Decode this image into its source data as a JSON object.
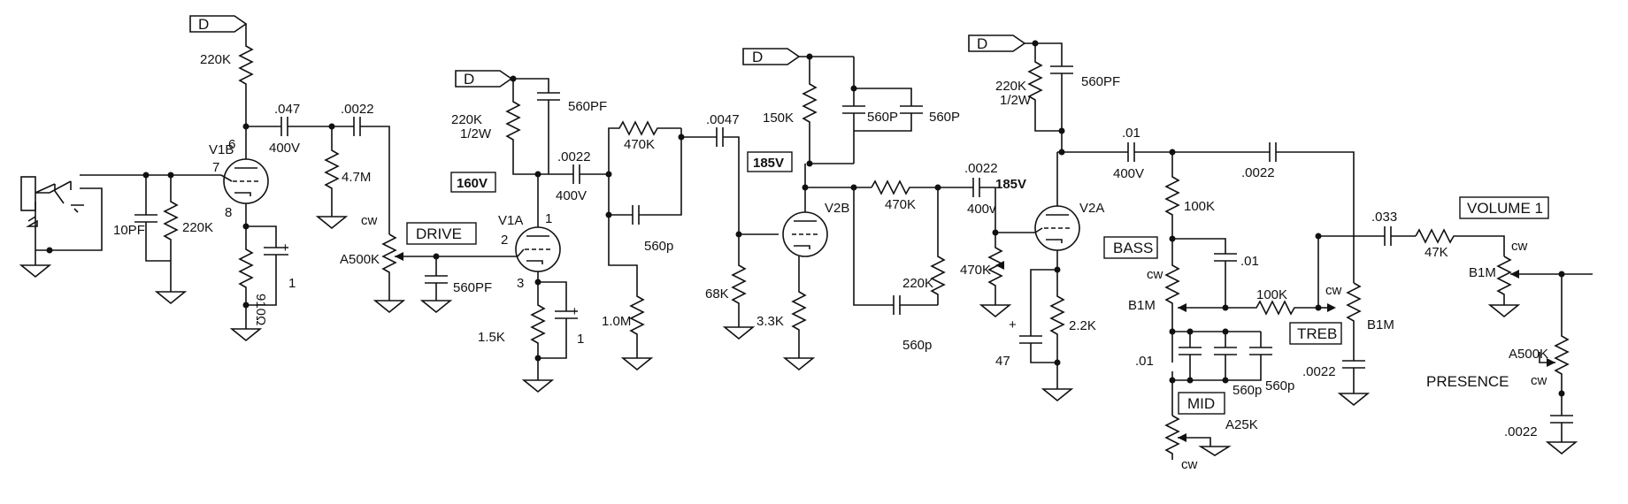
{
  "supply": {
    "flag_label": "D"
  },
  "stage1": {
    "tube": "V1B",
    "pins": {
      "plate": "6",
      "grid": "7",
      "cathode": "8"
    },
    "plate_resistor": "220K",
    "coupling_cap": ".047",
    "coupling_cap_voltage": "400V",
    "cap2": ".0022",
    "grid_leak": "4.7M",
    "input_cap": "10PF",
    "input_resistor": "220K",
    "cathode_resistor": "910Ω",
    "cathode_cap": "1",
    "cathode_cap_polarity": "+"
  },
  "drive": {
    "label": "DRIVE",
    "pot": "A500K",
    "cw": "cw",
    "shunt_cap": "560PF"
  },
  "stage2": {
    "tube": "V1A",
    "pins": {
      "plate": "1",
      "grid": "2",
      "cathode": "3"
    },
    "voltage": "160V",
    "plate_resistor": "220K",
    "plate_resistor_rating": "1/2W",
    "plate_cap": "560PF",
    "coupling_cap": ".0022",
    "coupling_cap_voltage": "400V",
    "series_resistor": "470K",
    "bypass_cap": "560p",
    "cap_0047": ".0047",
    "shunt_resistor": "1.0M",
    "cathode_resistor": "1.5K",
    "cathode_cap": "1",
    "cathode_cap_polarity": "+"
  },
  "stage3": {
    "tube": "V2B",
    "voltage": "185V",
    "plate_resistor": "150K",
    "plate_cap1": "560P",
    "plate_cap2": "560P",
    "grid_resistor": "68K",
    "cathode_resistor": "3.3K",
    "series_resistor": "470K",
    "shunt_resistor": "220K",
    "bypass_cap": "560p"
  },
  "stage4": {
    "tube": "V2A",
    "voltage": "185V",
    "coupling_cap": ".0022",
    "coupling_cap_voltage": "400v",
    "grid_pot": "470K",
    "plate_resistor": "220K",
    "plate_resistor_rating": "1/2W",
    "plate_cap": "560PF",
    "cathode_resistor": "2.2K",
    "cathode_cap": "47",
    "cathode_cap_polarity": "+"
  },
  "tonestack": {
    "input_cap": ".01",
    "input_cap_voltage": "400V",
    "treble_cap": ".0022",
    "slope_resistor": "100K",
    "bass_label": "BASS",
    "bass_pot": "B1M",
    "bass_cw": "cw",
    "bass_cap": ".01",
    "series_resistor": "100K",
    "treble_label": "TREB",
    "treble_pot": "B1M",
    "treble_cw": "cw",
    "mid_label": "MID",
    "mid_pot": "A25K",
    "mid_cw": "cw",
    "mid_cap": ".01",
    "mid_cap2": "560p",
    "mid_cap3": "560p",
    "bass_pot_label": "B1M"
  },
  "volume": {
    "coupling_cap": ".033",
    "series_resistor": "47K",
    "label": "VOLUME 1",
    "pot": "B1M",
    "cw": "cw"
  },
  "presence": {
    "label": "PRESENCE",
    "pot": "A500K",
    "cw": "cw",
    "cap": ".0022"
  }
}
